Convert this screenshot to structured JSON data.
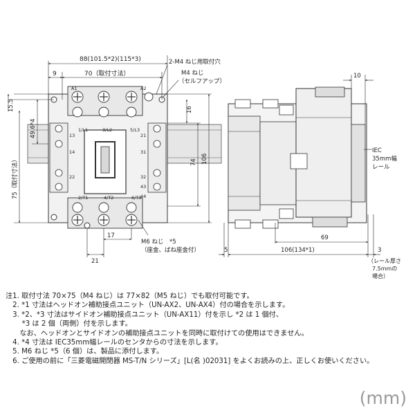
{
  "dims": {
    "top_width": "88(101.5*2)(115*3)",
    "left_offset": "9",
    "mount_width": "70（取付寸法）",
    "hole_note": "2-M4 ねじ用取付穴",
    "screw_note_1": "M4 ねじ",
    "screw_note_2": "（セルフアップ）",
    "dim_15_5": "15.5",
    "dim_49_6": "49.6*4",
    "dim_75": "75（取付寸法）",
    "dim_16": "16",
    "dim_74": "74",
    "dim_106_h": "106",
    "dim_21": "21",
    "dim_17": "17",
    "m6_note_1": "M6 ねじ　*5",
    "m6_note_2": "（座金、ばね座金付）",
    "dim_10": "10",
    "rail_1": "IEC",
    "rail_2": "35mm幅",
    "rail_3": "レール",
    "dim_69": "69",
    "dim_5": "5",
    "dim_106_134": "106(134*1)",
    "dim_3": "3",
    "rail_thk_1": "（レール厚さ",
    "rail_thk_2": "7.5mmの",
    "rail_thk_3": "場合）"
  },
  "terminals": {
    "a1": "A1",
    "a2": "A2",
    "l1": "1/L1",
    "l2": "3/L2",
    "l3": "5/L3",
    "n13": "13",
    "n14": "14",
    "n21": "21",
    "n31": "31",
    "n22": "22",
    "n32": "32",
    "n43": "43",
    "n44": "44",
    "t1": "2/T1",
    "t2": "4/T2",
    "t3": "6/T3"
  },
  "notes": [
    "注1. 取付寸法 70×75（M4 ねじ）は 77×82（M5 ねじ）でも取付可能です。",
    "　2. *1 寸法はヘッドオン補助接点ユニット（UN-AX2、UN-AX4）付の場合を示します。",
    "　3. *2、*3 寸法はサイドオン補助接点ユニット（UN-AX11）付を示し *2 は 1 個付、",
    "　　 *3 は 2 個（両側）付を示します。",
    "　　なお、ヘッドオンとサイドオンの補助接点ユニットを同時に取付けての使用はできません。",
    "　4. *4 寸法は IEC35mm幅レールのセンタからの寸法を示します。",
    "　5. M6 ねじ *5（6 個）は、製品に添付します。",
    "　6. ご使用の前に「三菱電磁開閉器 MS-T/N シリーズ」[L(名 )02031] をよくお読みの上、正しくお使いください。"
  ],
  "unit": "(mm)"
}
